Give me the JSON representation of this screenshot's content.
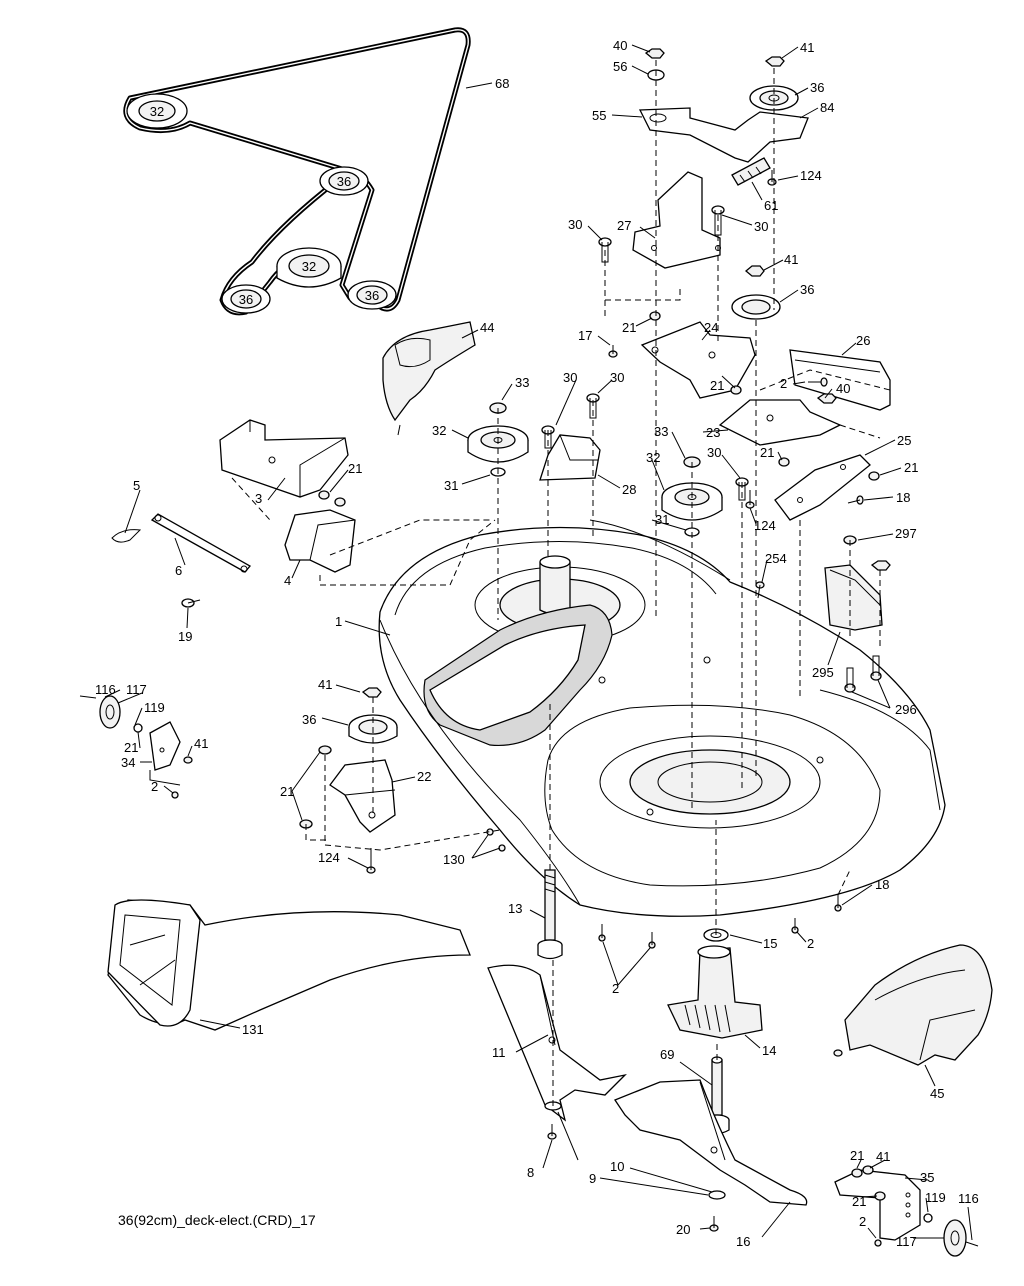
{
  "footer": {
    "caption": "36(92cm)_deck-elect.(CRD)_17"
  },
  "belt_diagram": {
    "pulleys": [
      {
        "id": "p1",
        "label": "32"
      },
      {
        "id": "p2",
        "label": "36"
      },
      {
        "id": "p3",
        "label": "32"
      },
      {
        "id": "p4",
        "label": "36"
      },
      {
        "id": "p5",
        "label": "36"
      }
    ],
    "belt_label": "68"
  },
  "callouts": [
    {
      "id": "c40a",
      "text": "40"
    },
    {
      "id": "c56",
      "text": "56"
    },
    {
      "id": "c41a",
      "text": "41"
    },
    {
      "id": "c36a",
      "text": "36"
    },
    {
      "id": "c84",
      "text": "84"
    },
    {
      "id": "c55",
      "text": "55"
    },
    {
      "id": "c124a",
      "text": "124"
    },
    {
      "id": "c61",
      "text": "61"
    },
    {
      "id": "c30a",
      "text": "30"
    },
    {
      "id": "c30b",
      "text": "30"
    },
    {
      "id": "c27",
      "text": "27"
    },
    {
      "id": "c41b",
      "text": "41"
    },
    {
      "id": "c36b",
      "text": "36"
    },
    {
      "id": "c44",
      "text": "44"
    },
    {
      "id": "c21a",
      "text": "21"
    },
    {
      "id": "c24",
      "text": "24"
    },
    {
      "id": "c17",
      "text": "17"
    },
    {
      "id": "c26",
      "text": "26"
    },
    {
      "id": "c33a",
      "text": "33"
    },
    {
      "id": "c30c",
      "text": "30"
    },
    {
      "id": "c30d",
      "text": "30"
    },
    {
      "id": "c2a",
      "text": "2"
    },
    {
      "id": "c21b",
      "text": "21"
    },
    {
      "id": "c40b",
      "text": "40"
    },
    {
      "id": "c32a",
      "text": "32"
    },
    {
      "id": "c23",
      "text": "23"
    },
    {
      "id": "c25",
      "text": "25"
    },
    {
      "id": "c33b",
      "text": "33"
    },
    {
      "id": "c30e",
      "text": "30"
    },
    {
      "id": "c21c",
      "text": "21"
    },
    {
      "id": "c21d",
      "text": "21"
    },
    {
      "id": "c32b",
      "text": "32"
    },
    {
      "id": "c31a",
      "text": "31"
    },
    {
      "id": "c28",
      "text": "28"
    },
    {
      "id": "c18a",
      "text": "18"
    },
    {
      "id": "c124b",
      "text": "124"
    },
    {
      "id": "c5",
      "text": "5"
    },
    {
      "id": "c3",
      "text": "3"
    },
    {
      "id": "c21e",
      "text": "21"
    },
    {
      "id": "c31b",
      "text": "31"
    },
    {
      "id": "c297",
      "text": "297"
    },
    {
      "id": "c254",
      "text": "254"
    },
    {
      "id": "c6",
      "text": "6"
    },
    {
      "id": "c4",
      "text": "4"
    },
    {
      "id": "c19",
      "text": "19"
    },
    {
      "id": "c1",
      "text": "1"
    },
    {
      "id": "c295",
      "text": "295"
    },
    {
      "id": "c296",
      "text": "296"
    },
    {
      "id": "c116a",
      "text": "116"
    },
    {
      "id": "c117a",
      "text": "117"
    },
    {
      "id": "c119a",
      "text": "119"
    },
    {
      "id": "c41c",
      "text": "41"
    },
    {
      "id": "c36c",
      "text": "36"
    },
    {
      "id": "c21f",
      "text": "21"
    },
    {
      "id": "c41d",
      "text": "41"
    },
    {
      "id": "c34",
      "text": "34"
    },
    {
      "id": "c2b",
      "text": "2"
    },
    {
      "id": "c21g",
      "text": "21"
    },
    {
      "id": "c22",
      "text": "22"
    },
    {
      "id": "c124c",
      "text": "124"
    },
    {
      "id": "c130",
      "text": "130"
    },
    {
      "id": "c18b",
      "text": "18"
    },
    {
      "id": "c13",
      "text": "13"
    },
    {
      "id": "c15",
      "text": "15"
    },
    {
      "id": "c2c",
      "text": "2"
    },
    {
      "id": "c2d",
      "text": "2"
    },
    {
      "id": "c131",
      "text": "131"
    },
    {
      "id": "c11",
      "text": "11"
    },
    {
      "id": "c14",
      "text": "14"
    },
    {
      "id": "c69",
      "text": "69"
    },
    {
      "id": "c45",
      "text": "45"
    },
    {
      "id": "c8",
      "text": "8"
    },
    {
      "id": "c9",
      "text": "9"
    },
    {
      "id": "c10",
      "text": "10"
    },
    {
      "id": "c21h",
      "text": "21"
    },
    {
      "id": "c41e",
      "text": "41"
    },
    {
      "id": "c35",
      "text": "35"
    },
    {
      "id": "c21i",
      "text": "21"
    },
    {
      "id": "c119b",
      "text": "119"
    },
    {
      "id": "c116b",
      "text": "116"
    },
    {
      "id": "c2e",
      "text": "2"
    },
    {
      "id": "c117b",
      "text": "117"
    },
    {
      "id": "c20",
      "text": "20"
    },
    {
      "id": "c16",
      "text": "16"
    }
  ]
}
